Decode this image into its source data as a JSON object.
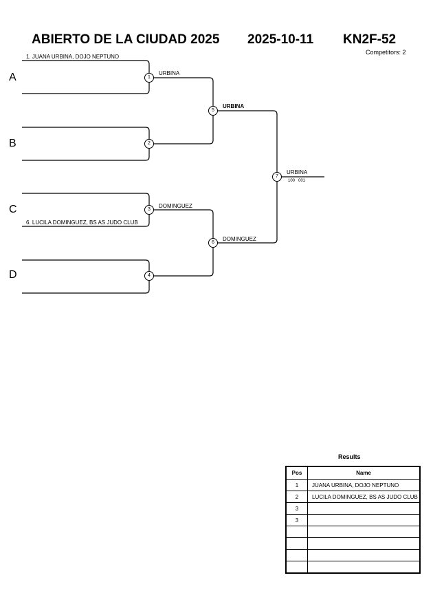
{
  "header": {
    "event_title": "ABIERTO DE LA CIUDAD 2025",
    "date": "2025-10-11",
    "category": "KN2F-52",
    "competitors": "Competitors: 2"
  },
  "pools": [
    "A",
    "B",
    "C",
    "D"
  ],
  "entries": {
    "slot_1": "1. JUANA URBINA, DOJO NEPTUNO",
    "slot_6": "6. LUCILA DOMINGUEZ, BS AS JUDO CLUB"
  },
  "matches": [
    {
      "number": "1",
      "winner": "URBINA"
    },
    {
      "number": "2",
      "winner": ""
    },
    {
      "number": "3",
      "winner": "DOMINGUEZ"
    },
    {
      "number": "4",
      "winner": ""
    },
    {
      "number": "5",
      "winner": "URBINA"
    },
    {
      "number": "6",
      "winner": "DOMINGUEZ"
    },
    {
      "number": "7",
      "winner": "URBINA",
      "score": "100   001"
    }
  ],
  "results": {
    "title": "Results",
    "headers": {
      "pos": "Pos",
      "name": "Name"
    },
    "rows": [
      {
        "pos": "1",
        "name": "JUANA URBINA, DOJO NEPTUNO"
      },
      {
        "pos": "2",
        "name": "LUCILA DOMINGUEZ, BS AS JUDO CLUB"
      },
      {
        "pos": "3",
        "name": ""
      },
      {
        "pos": "3",
        "name": ""
      },
      {
        "pos": "",
        "name": ""
      },
      {
        "pos": "",
        "name": ""
      },
      {
        "pos": "",
        "name": ""
      },
      {
        "pos": "",
        "name": ""
      }
    ]
  }
}
